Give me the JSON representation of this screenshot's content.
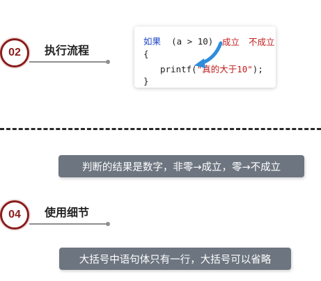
{
  "section_execution": {
    "number": "02",
    "title": "执行流程"
  },
  "code": {
    "keyword_if": "如果",
    "condition": "(a > 10)",
    "label_true": "成立",
    "label_false": "不成立",
    "line_open_brace": "{",
    "printf_prefix": "printf(",
    "printf_string": "\"真的大于10\"",
    "printf_suffix": ");",
    "line_close_brace": "}"
  },
  "note_result": "判断的结果是数字，非零→成立，零→不成立",
  "section_details": {
    "number": "04",
    "title": "使用细节"
  },
  "note_braces": "大括号中语句体只有一行，大括号可以省略",
  "colors": {
    "accent_dark_red": "#8a1c1c",
    "code_keyword_blue": "#1f47c8",
    "code_string_red": "#c21d1d",
    "arrow_blue": "#2e8ddc",
    "pill_gray": "#6d7580"
  }
}
